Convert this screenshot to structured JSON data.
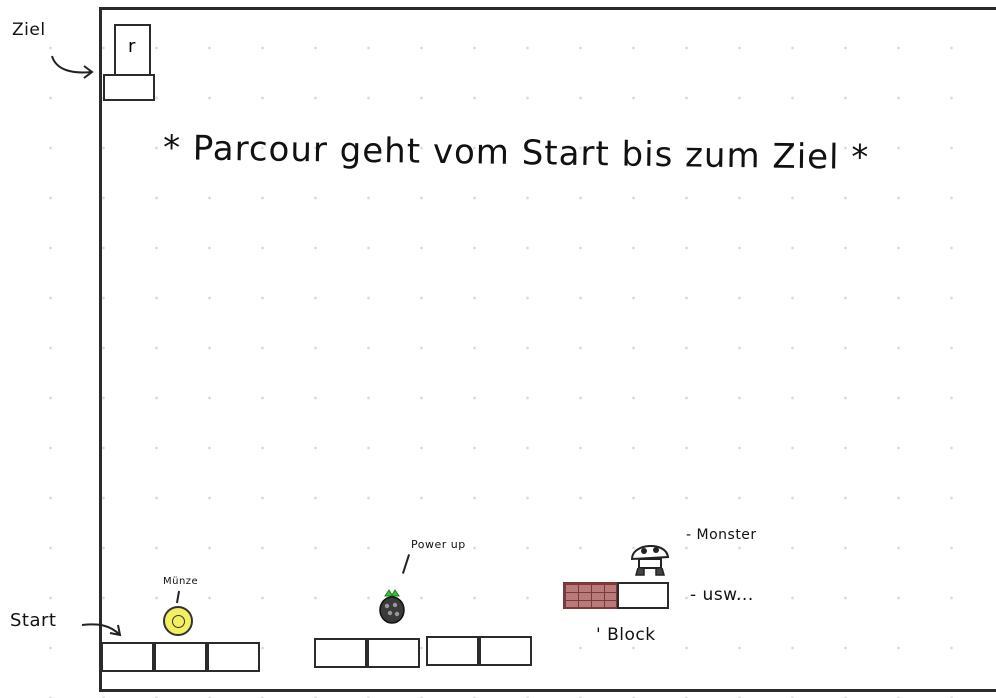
{
  "note": "* Parcour geht vom Start bis zum Ziel *",
  "labels": {
    "ziel": "Ziel",
    "start": "Start",
    "muenze": "Münze",
    "powerup": "Power up",
    "monster": "- Monster",
    "usw": "- usw...",
    "block": "' Block"
  },
  "door_letter": "r",
  "colors": {
    "coin": "#f2f060",
    "powerup_leaf": "#3cbf3c",
    "brick": "#b97a7a",
    "ink": "#2b2b2b"
  },
  "icons": [
    "coin-icon",
    "powerup-icon",
    "monster-icon",
    "brick-block-icon",
    "goal-door-icon"
  ]
}
